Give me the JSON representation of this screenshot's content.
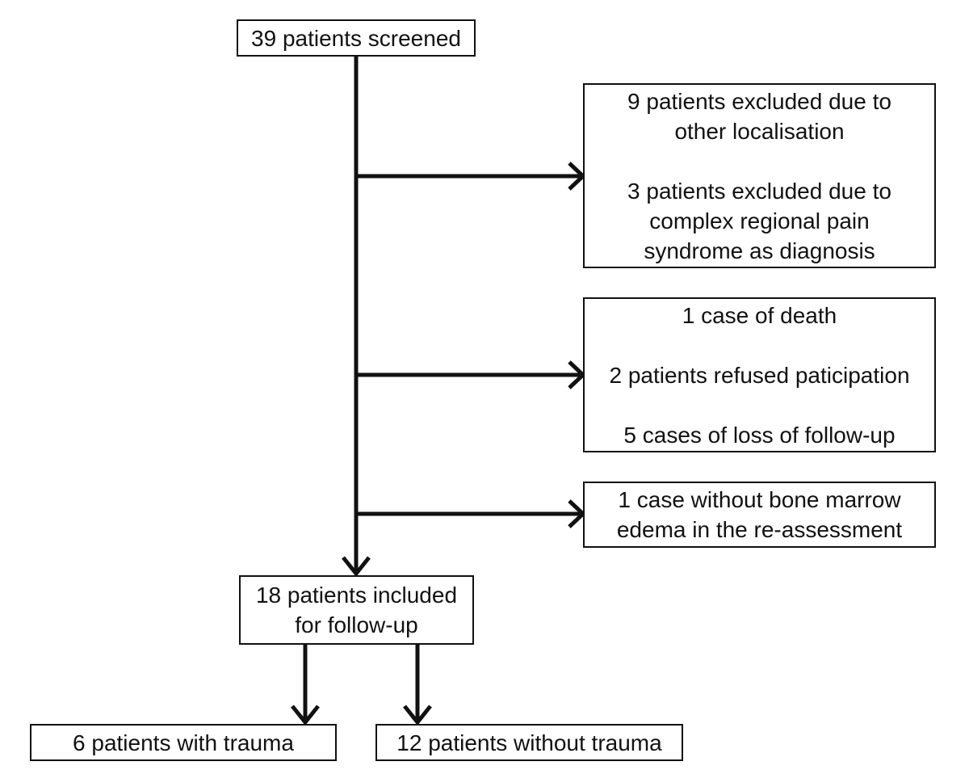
{
  "flowchart": {
    "screened": "39 patients screened",
    "exclusion_box_1": {
      "line_1": "9 patients excluded due to",
      "line_2": "other localisation",
      "line_3": "3 patients excluded due to",
      "line_4": "complex regional pain",
      "line_5": "syndrome as diagnosis"
    },
    "exclusion_box_2": {
      "line_1": "1 case of death",
      "line_2": "2 patients refused paticipation",
      "line_3": "5 cases of loss of follow-up"
    },
    "exclusion_box_3": {
      "line_1": "1 case without bone marrow",
      "line_2": "edema in the re-assessment"
    },
    "included": {
      "line_1": "18 patients included",
      "line_2": "for follow-up"
    },
    "trauma": "6 patients with trauma",
    "no_trauma": "12 patients without trauma"
  }
}
